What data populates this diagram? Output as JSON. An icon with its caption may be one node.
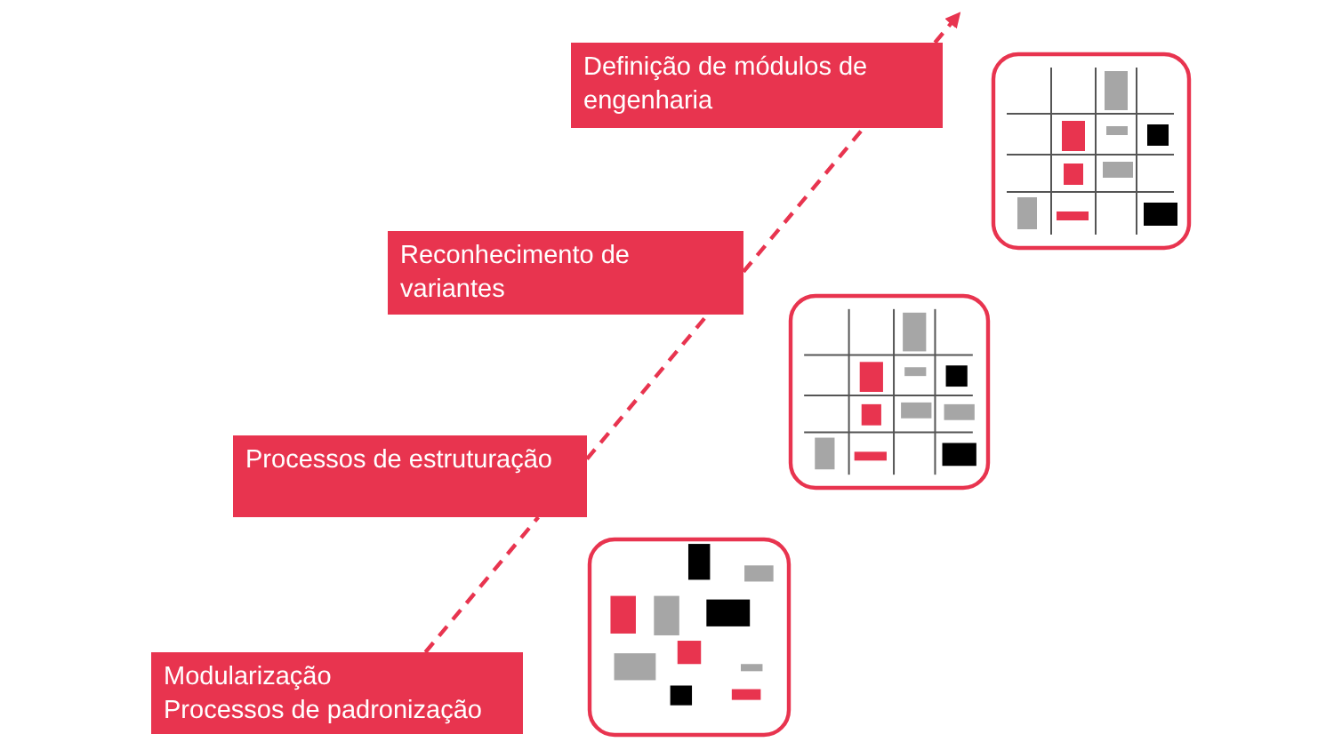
{
  "diagram": {
    "nodes": [
      {
        "text": [
          "Definição de módulos de engenharia"
        ]
      },
      {
        "text": [],
        "shape": "picture"
      },
      {
        "text": [
          "Reconhecimento de variantes"
        ]
      },
      {
        "text": [],
        "shape": "picture"
      },
      {
        "text": [
          "Processos de estruturação"
        ]
      },
      {
        "text": [
          "Modularização",
          "Processos de padronização"
        ]
      },
      {
        "text": [],
        "shape": "picture"
      }
    ],
    "edges": [
      {
        "from": 5,
        "to": 4,
        "arrow": "none",
        "style": "dashed"
      },
      {
        "from": 4,
        "to": 2,
        "arrow": "none",
        "style": "dashed"
      },
      {
        "from": 2,
        "to": 0,
        "arrow": "none",
        "style": "dashed"
      },
      {
        "from": 0,
        "to": null,
        "arrow": "to",
        "style": "dashed"
      }
    ]
  }
}
